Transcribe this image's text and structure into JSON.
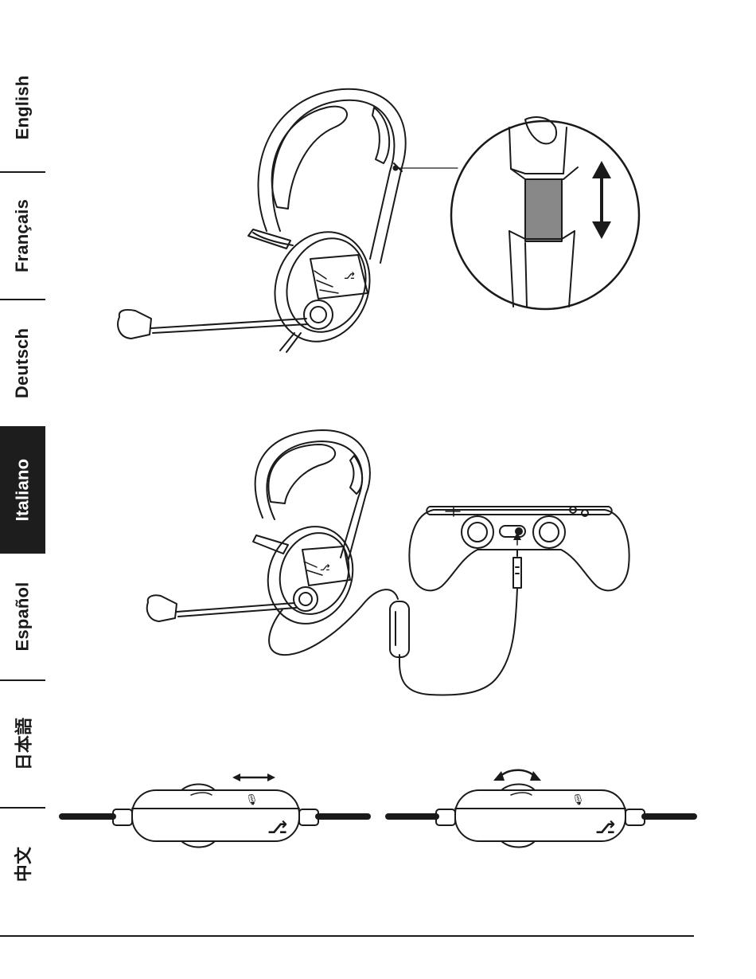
{
  "languages": [
    {
      "label": "English",
      "active": false
    },
    {
      "label": "Français",
      "active": false
    },
    {
      "label": "Deutsch",
      "active": false
    },
    {
      "label": "Italiano",
      "active": true
    },
    {
      "label": "Español",
      "active": false
    },
    {
      "label": "日本語",
      "active": false
    },
    {
      "label": "中文",
      "active": false
    }
  ],
  "colors": {
    "ink": "#1a1a1a",
    "active_tab_bg": "#1d1d1d",
    "band_gray": "#888888"
  },
  "figures": {
    "headband_adjust": "headset-with-adjustable-headband",
    "controller_connection": "headset-connected-to-controller",
    "volume_slider": "inline-control-slide",
    "volume_wheel": "inline-control-rotate"
  }
}
